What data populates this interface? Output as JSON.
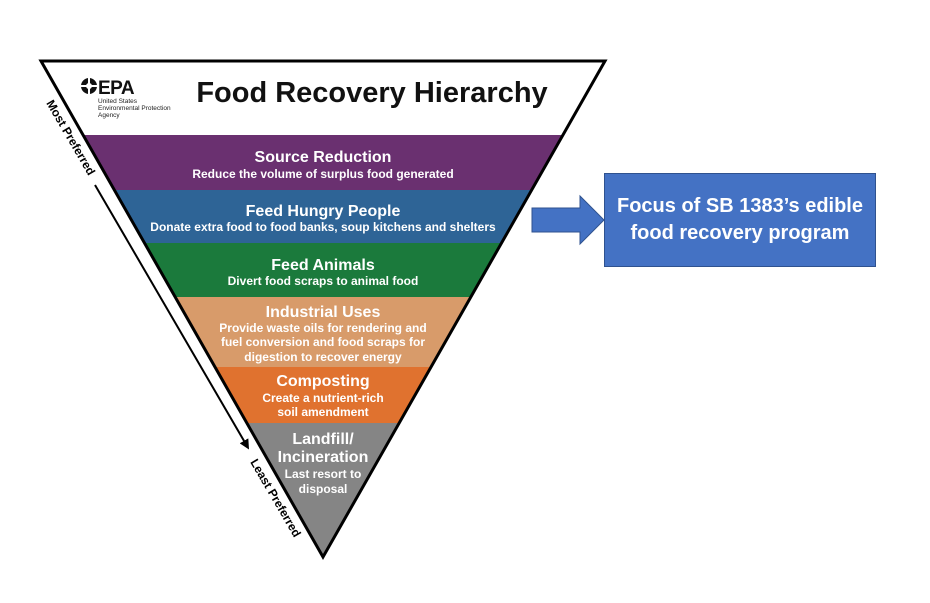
{
  "diagram": {
    "title": "Food Recovery Hierarchy",
    "logo": {
      "mark": "EPA",
      "subtext": [
        "United States",
        "Environmental Protection",
        "Agency"
      ]
    },
    "axis": {
      "top_label": "Most Preferred",
      "bottom_label": "Least Preferred"
    },
    "tiers": [
      {
        "title": "Source Reduction",
        "desc": [
          "Reduce the volume of surplus food generated"
        ],
        "color": "#6A3070"
      },
      {
        "title": "Feed Hungry People",
        "desc": [
          "Donate extra food to food banks, soup kitchens and shelters"
        ],
        "color": "#2E6496"
      },
      {
        "title": "Feed Animals",
        "desc": [
          "Divert food scraps to animal food"
        ],
        "color": "#1B7A3C"
      },
      {
        "title": "Industrial Uses",
        "desc": [
          "Provide waste oils for rendering and",
          "fuel conversion and food scraps for",
          "digestion to recover energy"
        ],
        "color": "#D89B6A"
      },
      {
        "title": "Composting",
        "desc": [
          "Create a nutrient-rich",
          "soil amendment"
        ],
        "color": "#E0722F"
      },
      {
        "title": "Landfill/",
        "title2": "Incineration",
        "desc": [
          "Last resort to",
          "disposal"
        ],
        "color": "#858585"
      }
    ]
  },
  "callout": {
    "text": "Focus of SB 1383’s edible food recovery program",
    "box_color": "#4472C4",
    "arrow_color": "#4472C4"
  }
}
